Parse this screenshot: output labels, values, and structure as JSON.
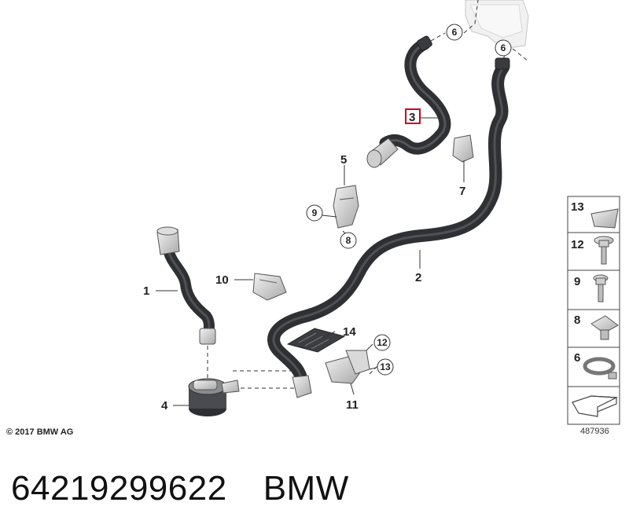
{
  "diagram": {
    "callouts": {
      "c1": "1",
      "c2": "2",
      "c3": "3",
      "c4": "4",
      "c5": "5",
      "c6a": "6",
      "c6b": "6",
      "c7": "7",
      "c8": "8",
      "c9": "9",
      "c10": "10",
      "c11": "11",
      "c12": "12",
      "c13": "13",
      "c14": "14"
    },
    "legend": {
      "l13": "13",
      "l12": "12",
      "l9": "9",
      "l8": "8",
      "l6": "6"
    },
    "copyright": "© 2017 BMW AG",
    "diagram_number": "487936",
    "highlight_color": "#d0021b"
  },
  "footer": {
    "part_number": "64219299622",
    "brand": "BMW"
  }
}
